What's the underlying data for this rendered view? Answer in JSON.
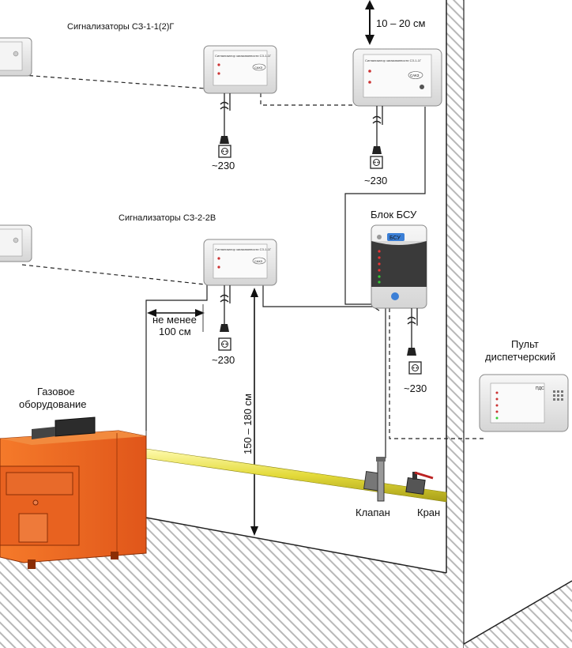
{
  "labels": {
    "group1": "Сигнализаторы СЗ-1-1(2)Г",
    "group2": "Сигнализаторы  СЗ-2-2В",
    "ceiling_gap": "10 – 20 см",
    "min_distance_line1": "не менее",
    "min_distance_line2": "100 см",
    "height_range": "150 – 180 см",
    "bsu_title": "Блок БСУ",
    "console_line1": "Пульт",
    "console_line2": "диспетчерский",
    "gas_equipment_line1": "Газовое",
    "gas_equipment_line2": "оборудование",
    "valve": "Клапан",
    "tap": "Кран",
    "mains": "~230"
  },
  "devices": {
    "sensor_header": "Сигнализатор загазованности СЗ-1-1Г",
    "sensor_brand": "САКЗ",
    "bsu_brand": "БСУ",
    "console_brand": "ПДС"
  },
  "colors": {
    "boiler": "#f06a1e",
    "pipe": "#e8e24a",
    "device_body": "#e9e9e9",
    "hatch": "#b5b5b5"
  }
}
